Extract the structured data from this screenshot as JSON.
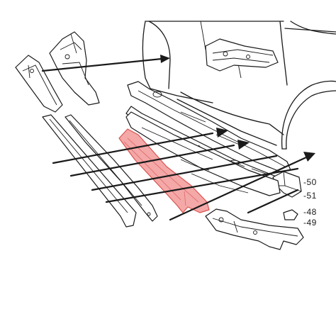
{
  "callouts": [
    {
      "id": "50",
      "text": "-50"
    },
    {
      "id": "51",
      "text": "-51"
    },
    {
      "id": "48",
      "text": "-48"
    },
    {
      "id": "49",
      "text": "-49"
    }
  ],
  "highlight_color": "#f4a8a8",
  "stroke_color": "#1a1a1a"
}
